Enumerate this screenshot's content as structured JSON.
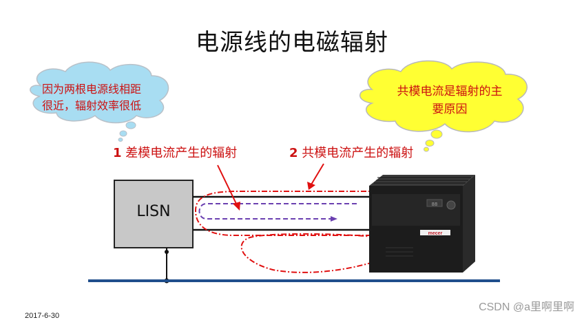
{
  "title": "电源线的电磁辐射",
  "cloud_left": {
    "line1": "因为两根电源线相距",
    "line2": "很近，辐射效率很低"
  },
  "cloud_right": {
    "line1": "共模电流是辐射的主",
    "line2": "要原因"
  },
  "label_differential": {
    "number": "1",
    "text": " 差模电流产生的辐射"
  },
  "label_common": {
    "number": "2",
    "text": " 共模电流产生的辐射"
  },
  "lisn": {
    "label": "LISN"
  },
  "device": {
    "brand": "mecer",
    "display": "88"
  },
  "date": "2017-6-30",
  "watermark": "CSDN @a里啊里啊",
  "colors": {
    "ground": "#1f4e8c",
    "common_mode": "#e01010",
    "differential_mode": "#6a3fb0",
    "cloud_left_fill": "#a8ddf2",
    "cloud_right_fill": "#ffff33",
    "lisn_fill": "#c8c8c8"
  }
}
